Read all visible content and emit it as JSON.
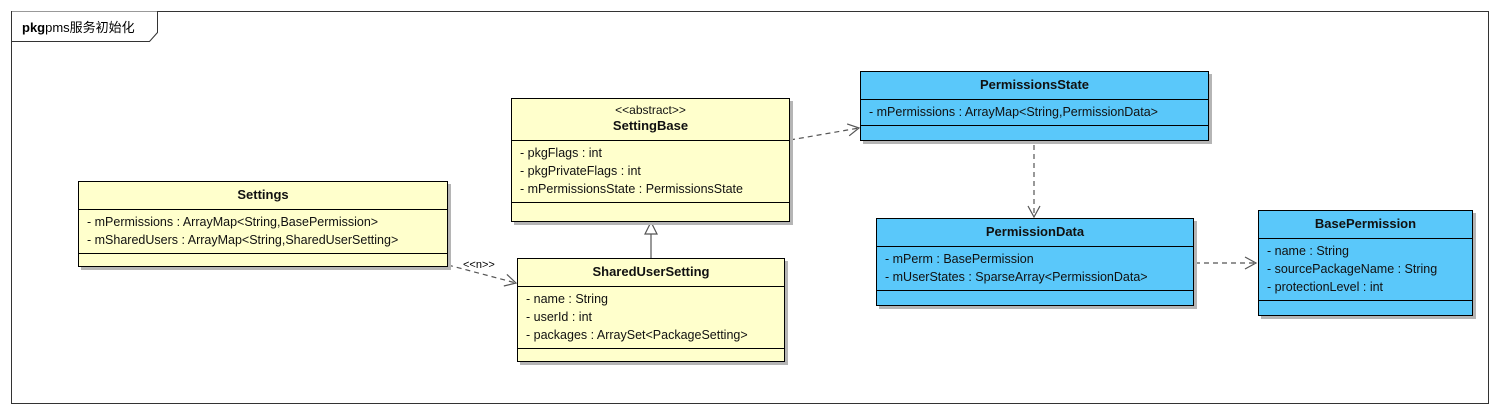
{
  "package": {
    "keyword": "pkg",
    "name": "pms服务初始化"
  },
  "classes": {
    "settings": {
      "name": "Settings",
      "attributes": [
        "- mPermissions : ArrayMap<String,BasePermission>",
        "- mSharedUsers : ArrayMap<String,SharedUserSetting>"
      ]
    },
    "setting_base": {
      "stereotype": "<<abstract>>",
      "name": "SettingBase",
      "attributes": [
        "- pkgFlags : int",
        "- pkgPrivateFlags : int",
        "- mPermissionsState : PermissionsState"
      ]
    },
    "shared_user_setting": {
      "name": "SharedUserSetting",
      "attributes": [
        "- name : String",
        "- userId : int",
        "- packages : ArraySet<PackageSetting>"
      ]
    },
    "permissions_state": {
      "name": "PermissionsState",
      "attributes": [
        "- mPermissions : ArrayMap<String,PermissionData>"
      ]
    },
    "permission_data": {
      "name": "PermissionData",
      "attributes": [
        "- mPerm : BasePermission",
        "- mUserStates : SparseArray<PermissionData>"
      ]
    },
    "base_permission": {
      "name": "BasePermission",
      "attributes": [
        "- name : String",
        "- sourcePackageName : String",
        "- protectionLevel : int"
      ]
    }
  },
  "relations": {
    "settings_to_shared_user": {
      "multiplicity": "<<n>>"
    }
  },
  "colors": {
    "class_yellow": "#ffffcc",
    "class_blue": "#5ac8fa",
    "line": "#555555"
  }
}
